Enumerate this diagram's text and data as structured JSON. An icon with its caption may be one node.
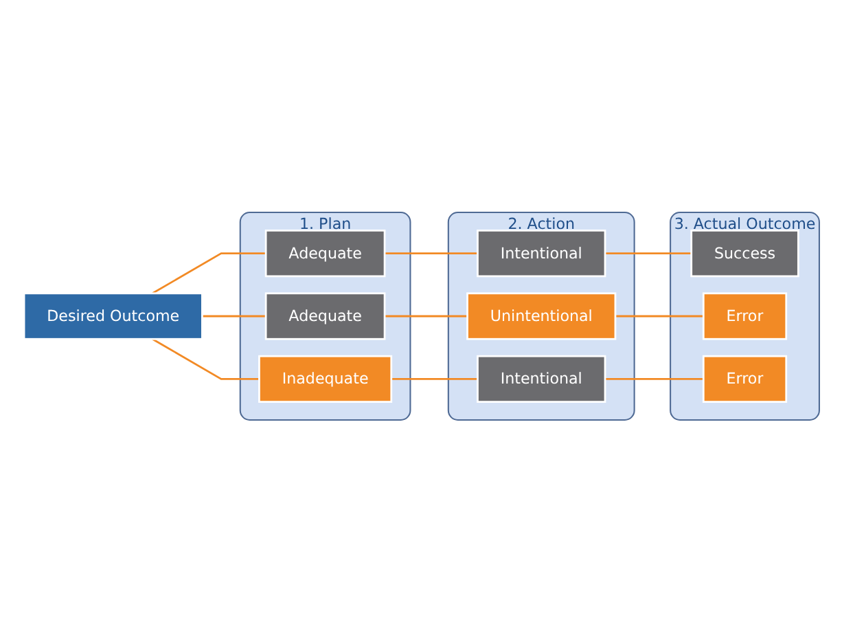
{
  "diagram": {
    "nodes": [
      {
        "text": [
          "Desired Outcome"
        ]
      },
      {
        "text": [
          "1. Plan"
        ]
      },
      {
        "text": [
          "Adequate"
        ],
        "in": 1
      },
      {
        "text": [
          "Adequate"
        ],
        "in": 1
      },
      {
        "text": [
          "Inadequate"
        ],
        "in": 1
      },
      {
        "text": [
          "2. Action"
        ]
      },
      {
        "text": [
          "Intentional"
        ],
        "in": 5
      },
      {
        "text": [
          "Unintentional"
        ],
        "in": 5
      },
      {
        "text": [
          "Intentional"
        ],
        "in": 5
      },
      {
        "text": [
          "3. Actual Outcome"
        ]
      },
      {
        "text": [
          "Success"
        ],
        "in": 9
      },
      {
        "text": [
          "Error"
        ],
        "in": 9
      },
      {
        "text": [
          "Error"
        ],
        "in": 9
      }
    ],
    "edges": [
      {
        "from": 0,
        "to": 2,
        "arrow": "none"
      },
      {
        "from": 0,
        "to": 3,
        "arrow": "none"
      },
      {
        "from": 0,
        "to": 4,
        "arrow": "none"
      },
      {
        "from": 2,
        "to": 6,
        "arrow": "none"
      },
      {
        "from": 3,
        "to": 7,
        "arrow": "none"
      },
      {
        "from": 4,
        "to": 8,
        "arrow": "none"
      },
      {
        "from": 6,
        "to": 10,
        "arrow": "none"
      },
      {
        "from": 7,
        "to": 11,
        "arrow": "none"
      },
      {
        "from": 8,
        "to": 12,
        "arrow": "none"
      }
    ]
  }
}
